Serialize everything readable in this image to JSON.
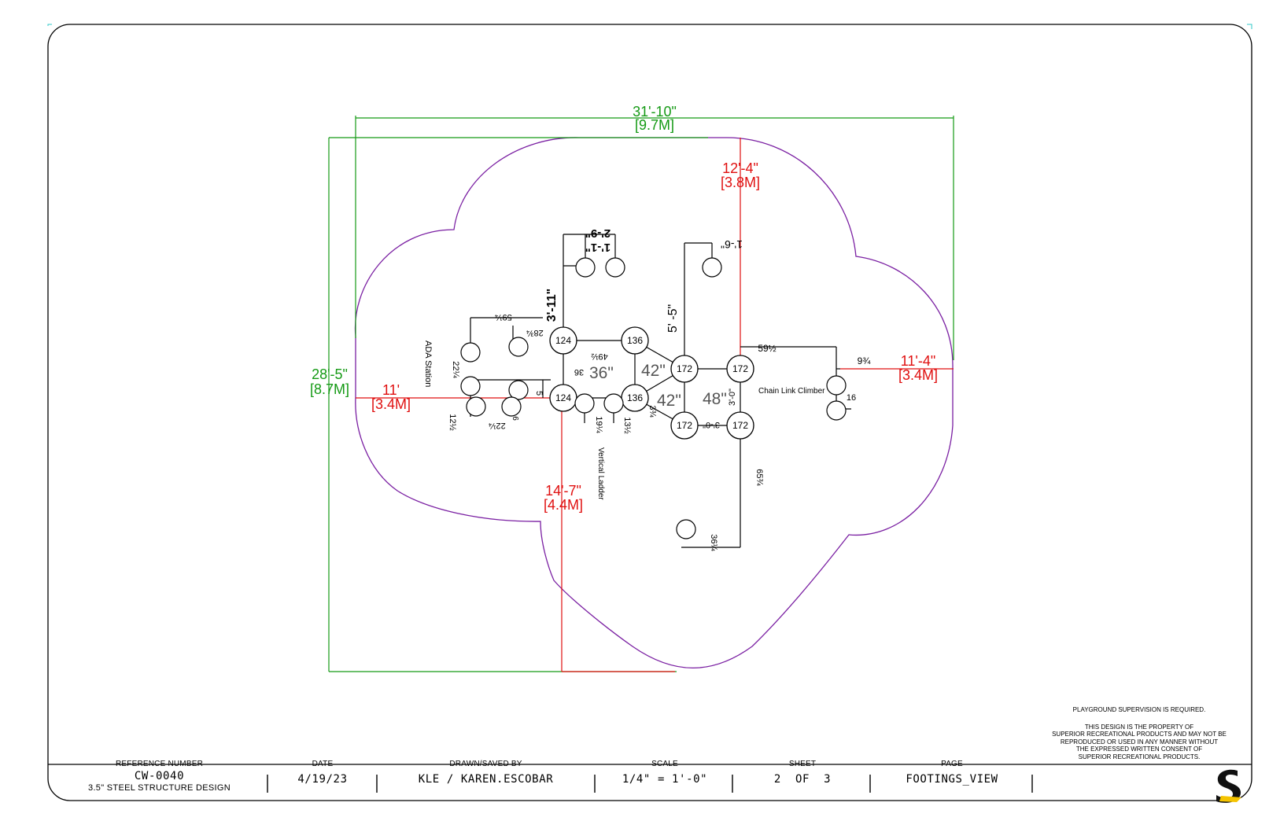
{
  "drawing": {
    "overall_width": "31'-10\"",
    "overall_width_metric": "[9.7M]",
    "overall_height": "28'-5\"",
    "overall_height_metric": "[8.7M]",
    "dim_top": "12'-4\"",
    "dim_top_metric": "[3.8M]",
    "dim_right": "11'-4\"",
    "dim_right_metric": "[3.4M]",
    "dim_left": "11'",
    "dim_left_metric": "[3.4M]",
    "dim_bottom": "14'-7\"",
    "dim_bottom_metric": "[4.4M]",
    "footings": [
      "124",
      "136",
      "136",
      "124",
      "172",
      "172",
      "172",
      "172"
    ],
    "heights": [
      "36\"",
      "42\"",
      "42\"",
      "48\""
    ],
    "labels": {
      "ada_station": "ADA Station",
      "chain_link_climber": "Chain Link Climber",
      "vertical_ladder": "Vertical Ladder"
    },
    "dims": {
      "d_2_9": "2'-9\"",
      "d_1_1": "1'-1\"",
      "d_3_11": "3'-11\"",
      "d_59_q": "59¼",
      "d_28_3q": "28¾",
      "d_5_5": "5' -5\"",
      "d_1_6": "1'-6\"",
      "d_59_h": "59½",
      "d_9_3q": "9¾",
      "d_16": "16",
      "d_49_h": "49½",
      "d_36": "36",
      "d_22_q": "22¼",
      "d_5": "5",
      "d_12_h": "12½",
      "d_22_q_b": "22¼",
      "d_6": "6",
      "d_19_q": "19¼",
      "d_13_h": "13½",
      "d_3_3q": "3¾",
      "d_3_0": "3'-0\"",
      "d_3_0_b": "3'-0\"",
      "d_65_3q": "65¾",
      "d_36_q": "36¼"
    }
  },
  "notes": {
    "supervision": "PLAYGROUND SUPERVISION IS REQUIRED.",
    "property_1": "THIS DESIGN IS THE PROPERTY OF",
    "property_2": "SUPERIOR RECREATIONAL PRODUCTS AND MAY NOT BE",
    "property_3": "REPRODUCED OR USED IN ANY MANNER WITHOUT",
    "property_4": "THE EXPRESSED WRITTEN CONSENT OF",
    "property_5": "SUPERIOR RECREATIONAL PRODUCTS."
  },
  "title_block": {
    "reference_label": "REFERENCE NUMBER",
    "reference_value": "CW-0040",
    "reference_desc": "3.5\" STEEL STRUCTURE DESIGN",
    "date_label": "DATE",
    "date_value": "4/19/23",
    "drawn_label": "DRAWN/SAVED BY",
    "drawn_value": "KLE / KAREN.ESCOBAR",
    "scale_label": "SCALE",
    "scale_value": "1/4\" = 1'-0\"",
    "sheet_label": "SHEET",
    "sheet_value": "2  OF  3",
    "page_label": "PAGE",
    "page_value": "FOOTINGS_VIEW"
  },
  "logo": {
    "icon": "superior-s-logo",
    "primary_color": "#111111",
    "accent_color": "#f5c400"
  },
  "colors": {
    "outline": "#000000",
    "border": "#7a1fa2",
    "dim_green": "#159a15",
    "dim_red": "#e01010"
  }
}
